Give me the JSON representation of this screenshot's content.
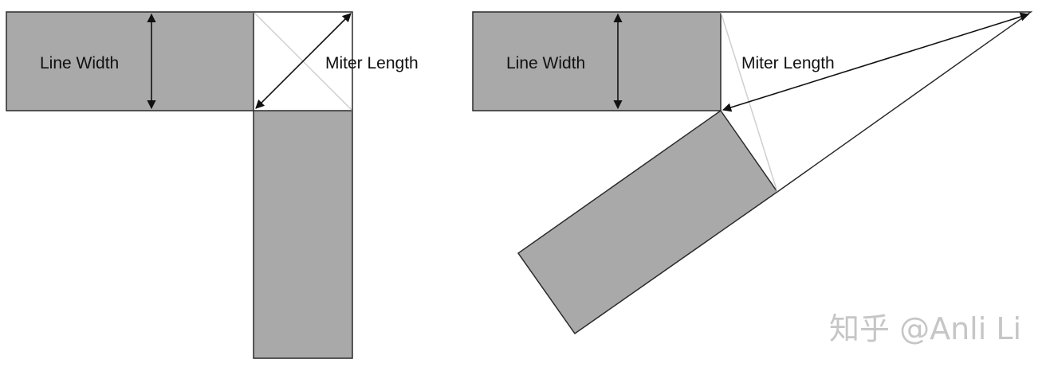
{
  "diagram": {
    "left_panel": {
      "line_width_label": "Line Width",
      "miter_length_label": "Miter Length"
    },
    "right_panel": {
      "line_width_label": "Line Width",
      "miter_length_label": "Miter Length"
    },
    "watermark": "知乎 @Anli Li",
    "colors": {
      "bar_fill": "#a9a9a9",
      "outline": "#2a2a2a",
      "guide_lines": "#cfcfcf",
      "watermark": "#c6c6c6"
    }
  }
}
